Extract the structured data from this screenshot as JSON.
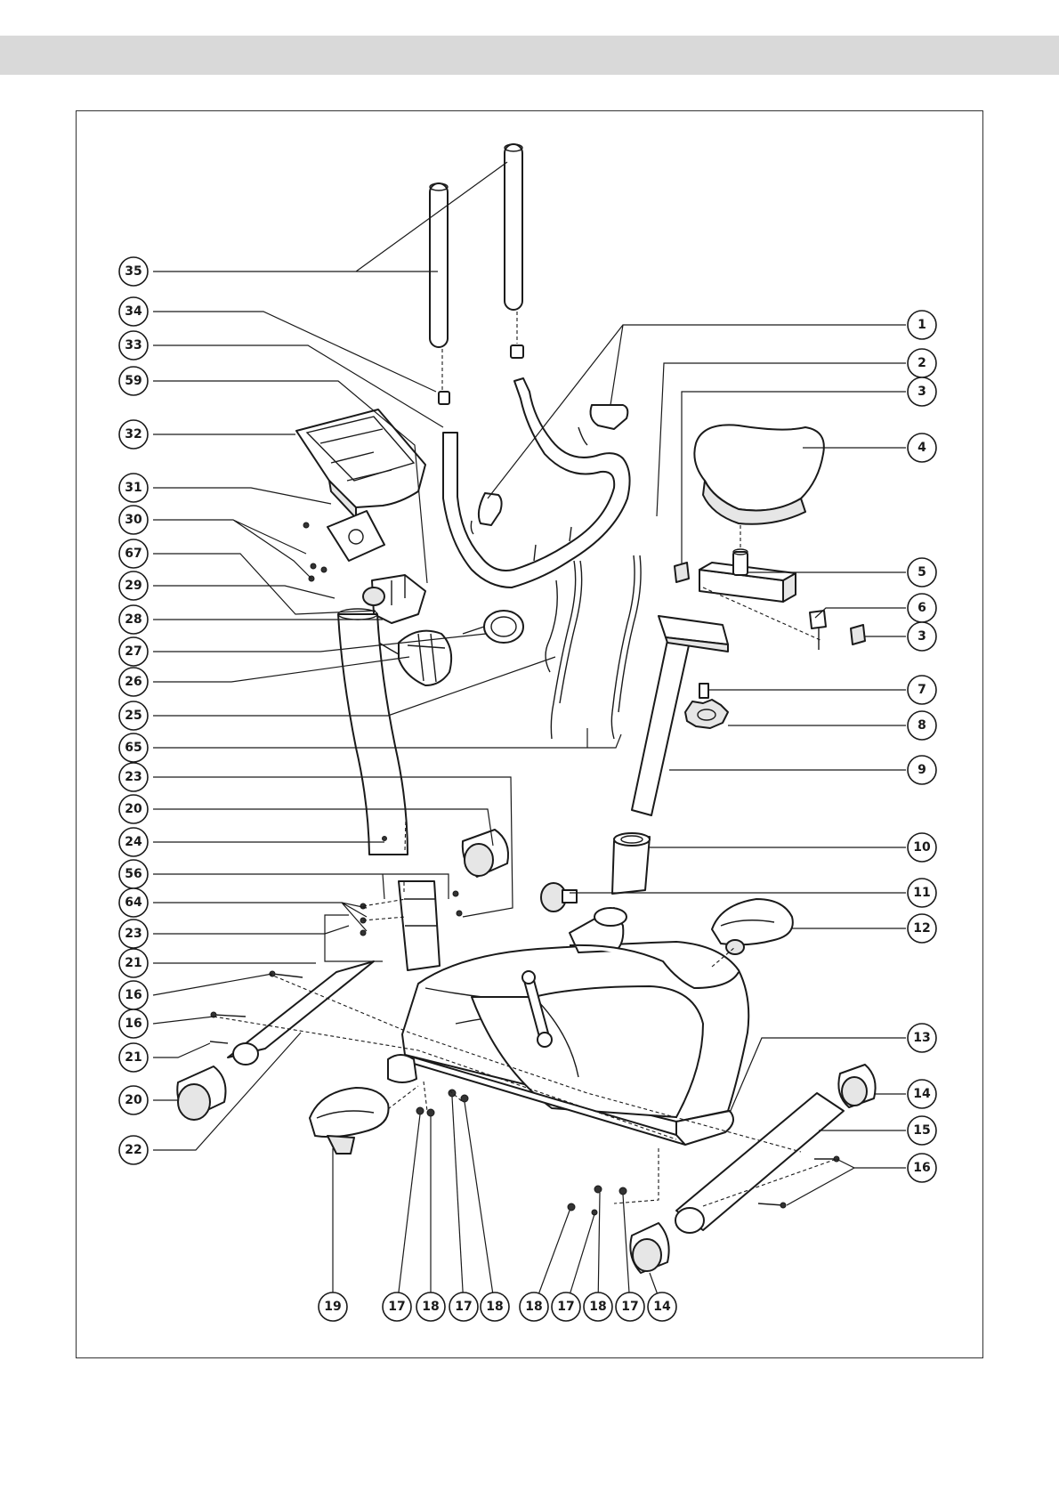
{
  "colors": {
    "band": "#d9d9d9",
    "ink": "#1a1a1a",
    "paper": "#ffffff"
  },
  "labels": [
    "35",
    "34",
    "33",
    "59",
    "32",
    "31",
    "30",
    "67",
    "29",
    "28",
    "27",
    "26",
    "25",
    "65",
    "23",
    "20",
    "24",
    "56",
    "64",
    "23",
    "21",
    "16",
    "16",
    "21",
    "20",
    "22",
    "1",
    "2",
    "3",
    "4",
    "5",
    "6",
    "3",
    "7",
    "8",
    "9",
    "10",
    "11",
    "12",
    "13",
    "14",
    "15",
    "16",
    "14",
    "19",
    "17",
    "18",
    "17",
    "18",
    "18",
    "17",
    "18",
    "17",
    "14"
  ]
}
